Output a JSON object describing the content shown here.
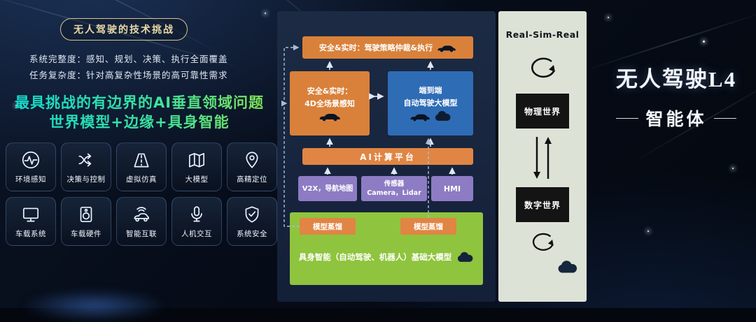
{
  "left": {
    "badge": "无人驾驶的技术挑战",
    "line1": "系统完整度：感知、规划、决策、执行全面覆盖",
    "line2": "任务复杂度：针对高复杂性场景的高可靠性需求",
    "highlight1": "最具挑战的有边界的AI垂直领域问题",
    "highlight2": "世界模型+边缘+具身智能",
    "tiles": [
      {
        "label": "环境感知",
        "icon": "waveform-icon"
      },
      {
        "label": "决策与控制",
        "icon": "route-arrows-icon"
      },
      {
        "label": "虚拟仿真",
        "icon": "road-icon"
      },
      {
        "label": "大模型",
        "icon": "map-icon"
      },
      {
        "label": "高精定位",
        "icon": "location-pin-icon"
      },
      {
        "label": "车载系统",
        "icon": "monitor-icon"
      },
      {
        "label": "车载硬件",
        "icon": "speaker-icon"
      },
      {
        "label": "智能互联",
        "icon": "connected-car-icon"
      },
      {
        "label": "人机交互",
        "icon": "microphone-icon"
      },
      {
        "label": "系统安全",
        "icon": "shield-icon"
      }
    ]
  },
  "diagram": {
    "arbitration": "安全&实时：驾驶策略仲裁&执行",
    "perception_l1": "安全&实时：",
    "perception_l2": "4D全场景感知",
    "e2e_l1": "端到端",
    "e2e_l2": "自动驾驶大模型",
    "ai_platform": "AI计算平台",
    "v2x": "V2X，导航地图",
    "sensor_l1": "传感器",
    "sensor_l2": "Camera，Lidar",
    "hmi": "HMI",
    "distill_left": "模型蒸馏",
    "distill_right": "模型蒸馏",
    "foundation": "具身智能（自动驾驶、机器人）基础大模型"
  },
  "realsim": {
    "title": "Real-Sim-Real",
    "physical": "物理世界",
    "digital": "数字世界"
  },
  "headline": {
    "title": "无人驾驶L4",
    "subtitle": "智能体"
  },
  "colors": {
    "orange": "#d9813a",
    "orange_bright": "#e08544",
    "blue": "#2e6cb5",
    "purple": "#8d7cc4",
    "green": "#8fc43e",
    "cyan_text": "#1fe0c0",
    "gold_badge": "#e8d7a6",
    "panel_light": "#dde2d7",
    "panel_dark": "#1c2b44"
  }
}
